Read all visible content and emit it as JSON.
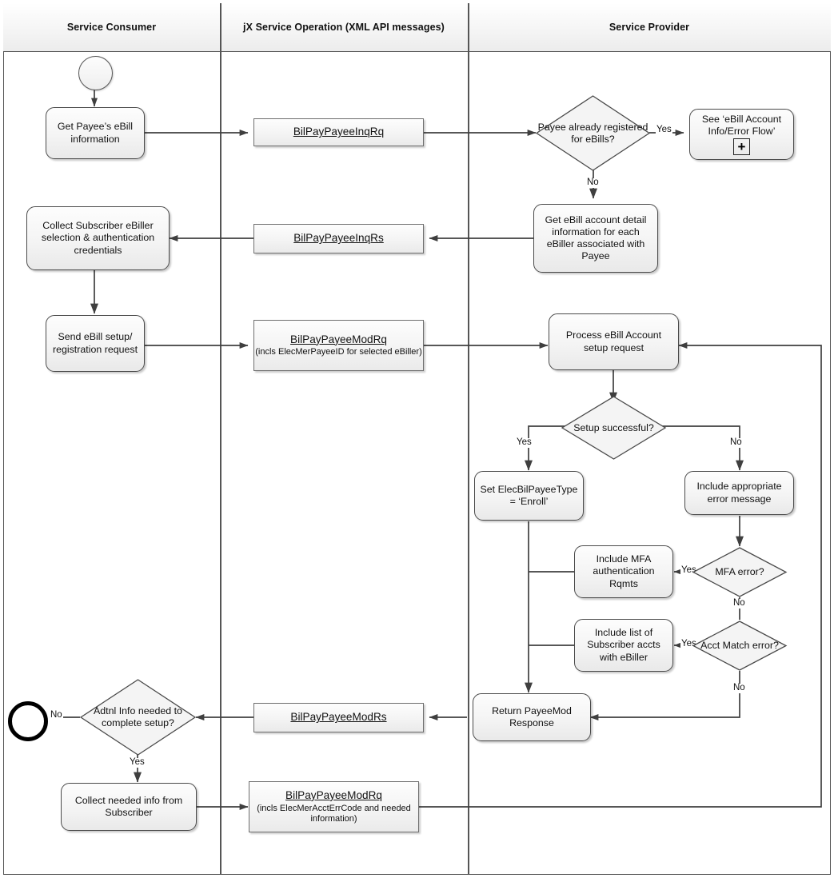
{
  "lanes": [
    {
      "id": "consumer",
      "title": "Service Consumer"
    },
    {
      "id": "operation",
      "title": "jX Service Operation (XML API messages)"
    },
    {
      "id": "provider",
      "title": "Service Provider"
    }
  ],
  "nodes": {
    "start": {
      "type": "start-node",
      "label": ""
    },
    "end": {
      "type": "end-node",
      "label": ""
    },
    "get_payee_ebill": {
      "label": "Get Payee’s eBill information"
    },
    "collect_subscriber": {
      "label": "Collect Subscriber eBiller selection & authentication credentials"
    },
    "send_setup": {
      "label": "Send eBill setup/ registration request"
    },
    "collect_needed_info": {
      "label": "Collect needed info from Subscriber"
    },
    "inq_rq": {
      "title": "BilPayPayeeInqRq",
      "sub": ""
    },
    "inq_rs": {
      "title": "BilPayPayeeInqRs",
      "sub": ""
    },
    "mod_rq_1": {
      "title": "BilPayPayeeModRq",
      "sub": "(incls ElecMerPayeeID for selected eBiller)"
    },
    "mod_rs": {
      "title": "BilPayPayeeModRs",
      "sub": ""
    },
    "mod_rq_2": {
      "title": "BilPayPayeeModRq",
      "sub": "(incls ElecMerAcctErrCode and needed information)"
    },
    "payee_registered": {
      "label": "Payee already registered for eBills?"
    },
    "see_ebill_flow": {
      "label": "See ‘eBill Account Info/Error Flow’",
      "marker": "+"
    },
    "get_ebill_detail": {
      "label": "Get eBill account detail information for each eBiller associated with Payee"
    },
    "process_setup": {
      "label": "Process eBill Account setup request"
    },
    "setup_successful": {
      "label": "Setup successful?"
    },
    "set_type_enroll": {
      "label": "Set ElecBilPayeeType = ‘Enroll’"
    },
    "include_error_msg": {
      "label": "Include appropriate error message"
    },
    "mfa_error": {
      "label": "MFA error?"
    },
    "include_mfa": {
      "label": "Include MFA authentication Rqmts"
    },
    "acct_match_error": {
      "label": "Acct Match error?"
    },
    "include_acct_list": {
      "label": "Include list of Subscriber accts with eBiller"
    },
    "return_payeemod": {
      "label": "Return PayeeMod Response"
    },
    "adtnl_info": {
      "label": "Adtnl Info needed to complete setup?"
    }
  },
  "edge_labels": {
    "payee_registered_yes": "Yes",
    "payee_registered_no": "No",
    "setup_yes": "Yes",
    "setup_no": "No",
    "mfa_yes": "Yes",
    "mfa_no": "No",
    "acct_yes": "Yes",
    "acct_no": "No",
    "adtnl_no": "No",
    "adtnl_yes": "Yes"
  },
  "colors": {
    "frame": "#555555",
    "shape_border": "#4a4a4a",
    "shape_fill_top": "#fdfdfd",
    "shape_fill_bottom": "#e9e9e9",
    "connector": "#3f3f3f",
    "text": "#111111",
    "end_node": "#000000"
  }
}
